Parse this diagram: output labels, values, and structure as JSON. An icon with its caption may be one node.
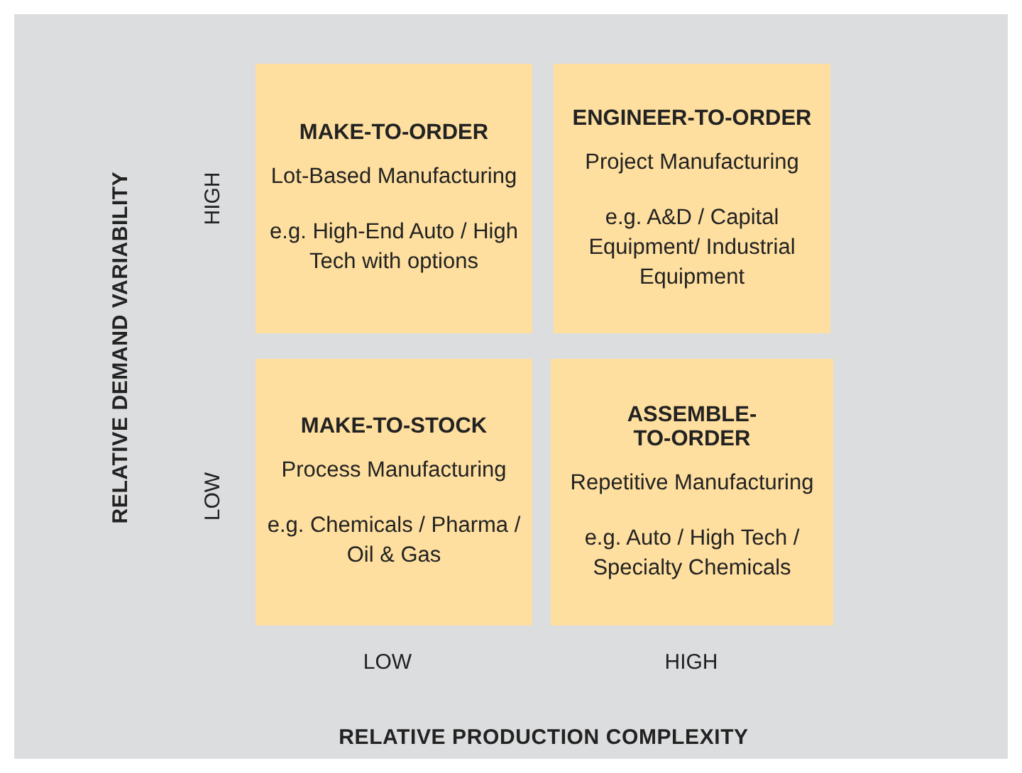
{
  "diagram": {
    "nodes": [
      {
        "text": [
          "MAKE-TO-ORDER",
          "Lot-Based Manufacturing",
          "e.g. High-End Auto / High Tech with options"
        ]
      },
      {
        "text": [
          "ENGINEER-TO-ORDER",
          "Project Manufacturing",
          "e.g. A&D / Capital Equipment/ Industrial Equipment"
        ]
      },
      {
        "text": [
          "MAKE-TO-STOCK",
          "Process Manufacturing",
          "e.g. Chemicals / Pharma / Oil & Gas"
        ]
      },
      {
        "text": [
          "ASSEMBLE- TO-ORDER",
          "Repetitive Manufacturing",
          "e.g. Auto / High Tech / Specialty Chemicals"
        ]
      }
    ],
    "edges": [],
    "labels": [
      "RELATIVE DEMAND VARIABILITY",
      "HIGH",
      "LOW",
      "LOW",
      "HIGH",
      "RELATIVE PRODUCTION COMPLEXITY"
    ]
  }
}
